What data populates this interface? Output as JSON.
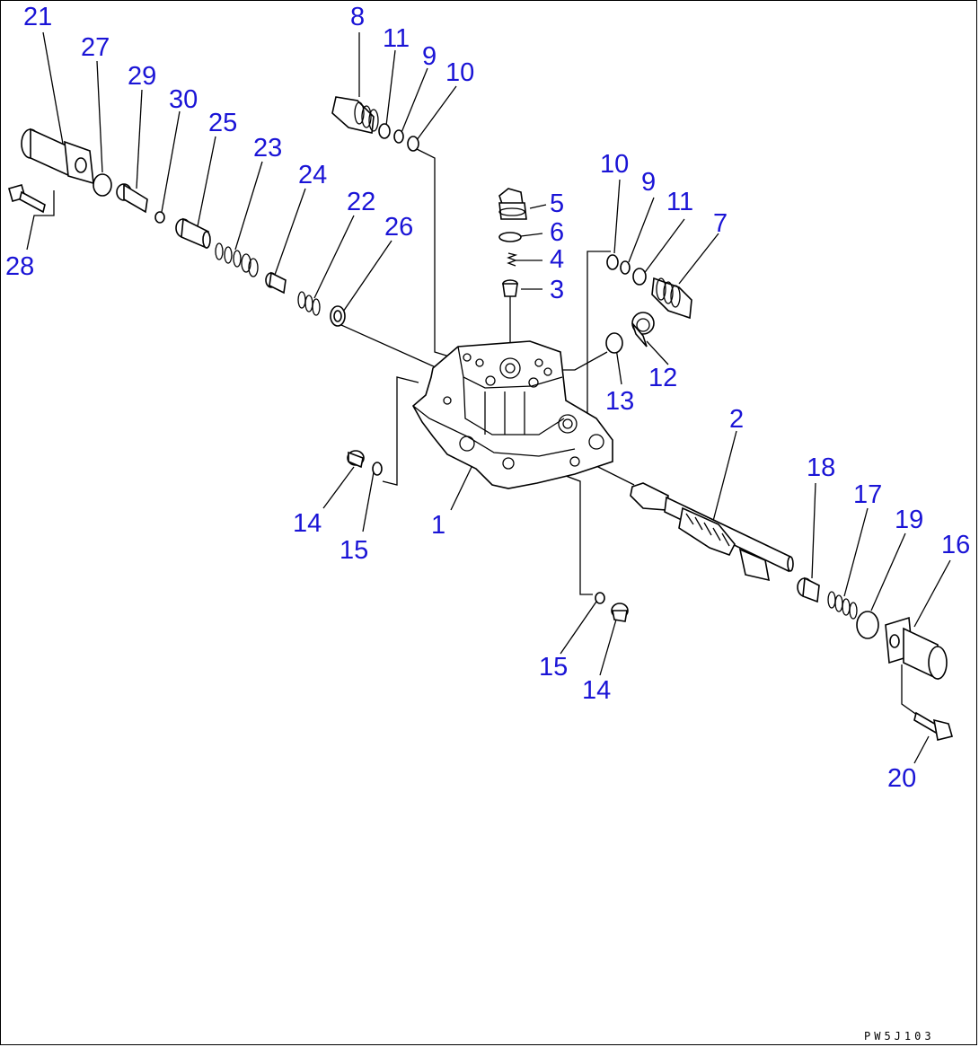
{
  "drawing": {
    "code": "PW5J103",
    "colors": {
      "callout": "#1a14d6",
      "line": "#000000",
      "background": "#ffffff"
    },
    "callouts": [
      {
        "key": "c21",
        "text": "21"
      },
      {
        "key": "c27",
        "text": "27"
      },
      {
        "key": "c29",
        "text": "29"
      },
      {
        "key": "c30",
        "text": "30"
      },
      {
        "key": "c25",
        "text": "25"
      },
      {
        "key": "c23",
        "text": "23"
      },
      {
        "key": "c24",
        "text": "24"
      },
      {
        "key": "c22",
        "text": "22"
      },
      {
        "key": "c26",
        "text": "26"
      },
      {
        "key": "c28",
        "text": "28"
      },
      {
        "key": "c8",
        "text": "8"
      },
      {
        "key": "c11a",
        "text": "11"
      },
      {
        "key": "c9a",
        "text": "9"
      },
      {
        "key": "c10a",
        "text": "10"
      },
      {
        "key": "c5",
        "text": "5"
      },
      {
        "key": "c6",
        "text": "6"
      },
      {
        "key": "c4",
        "text": "4"
      },
      {
        "key": "c3",
        "text": "3"
      },
      {
        "key": "c10b",
        "text": "10"
      },
      {
        "key": "c9b",
        "text": "9"
      },
      {
        "key": "c11b",
        "text": "11"
      },
      {
        "key": "c7",
        "text": "7"
      },
      {
        "key": "c12",
        "text": "12"
      },
      {
        "key": "c13",
        "text": "13"
      },
      {
        "key": "c2",
        "text": "2"
      },
      {
        "key": "c1",
        "text": "1"
      },
      {
        "key": "c14a",
        "text": "14"
      },
      {
        "key": "c15a",
        "text": "15"
      },
      {
        "key": "c18",
        "text": "18"
      },
      {
        "key": "c17",
        "text": "17"
      },
      {
        "key": "c19",
        "text": "19"
      },
      {
        "key": "c16",
        "text": "16"
      },
      {
        "key": "c15b",
        "text": "15"
      },
      {
        "key": "c14b",
        "text": "14"
      },
      {
        "key": "c20",
        "text": "20"
      }
    ]
  }
}
